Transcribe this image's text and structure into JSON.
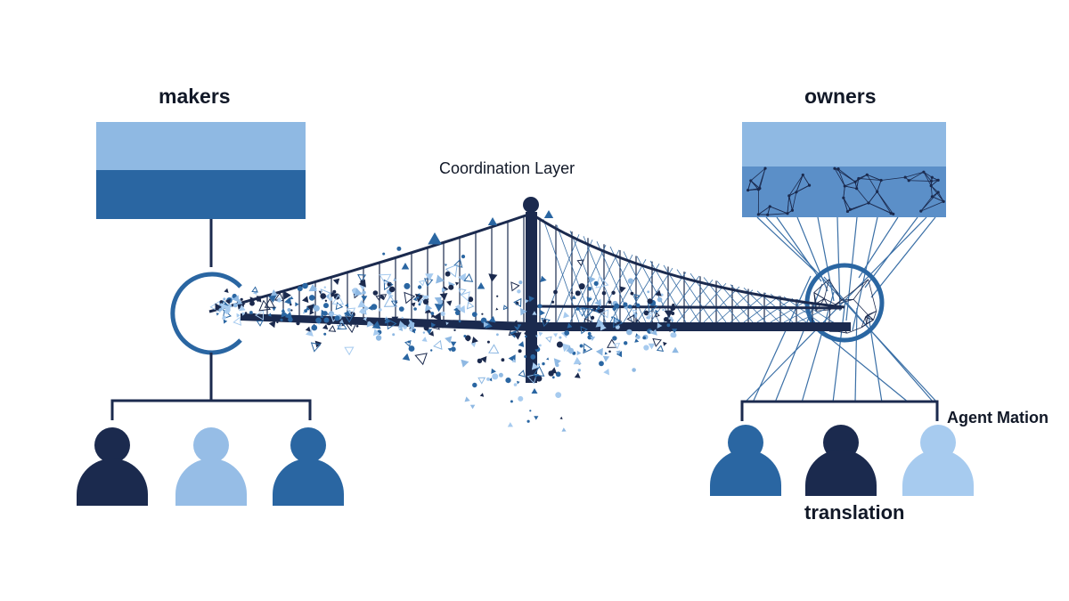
{
  "diagram": {
    "labels": {
      "makers": "makers",
      "owners": "owners",
      "coordination_layer": "Coordination Layer",
      "agent_mation": "Agent Mation",
      "translation": "translation"
    },
    "makers_people": [
      {
        "color": "#1b2a4e"
      },
      {
        "color": "#96bde6"
      },
      {
        "color": "#2a66a2"
      }
    ],
    "owners_people": [
      {
        "color": "#2a66a2"
      },
      {
        "color": "#1b2a4e"
      },
      {
        "color": "#a7cbef"
      }
    ],
    "colors": {
      "navy": "#1b2a4e",
      "medium_blue": "#2a66a2",
      "light_blue": "#8fb9e3",
      "pale_blue": "#a7cbef",
      "line_blue": "#3a6fa6"
    }
  }
}
